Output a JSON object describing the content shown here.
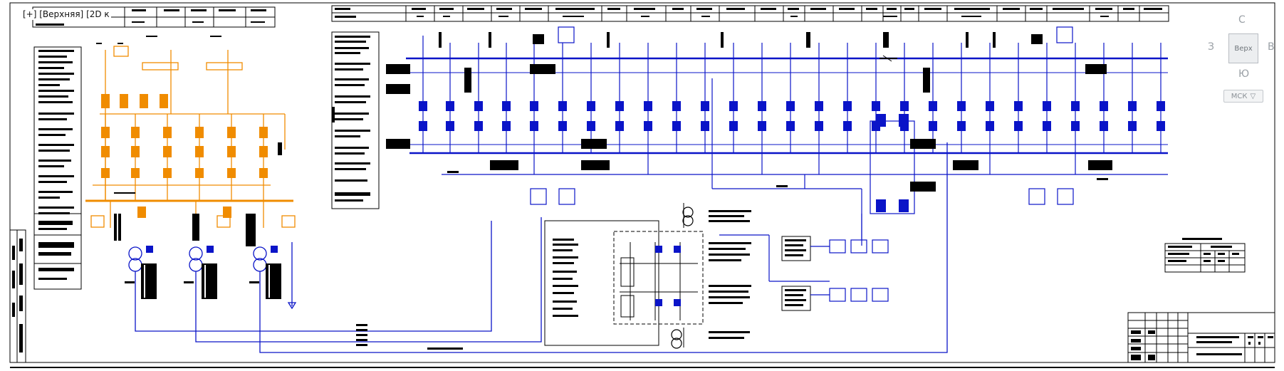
{
  "viewport": {
    "label_plus": "[+]",
    "label_view": "[Верхняя]",
    "label_style": "[2D к"
  },
  "viewcube": {
    "north": "С",
    "south": "Ю",
    "west": "З",
    "east": "В",
    "face": "Верх",
    "ucs_label": "МСК",
    "ucs_arrow": "▽"
  },
  "colors": {
    "background": "#ffffff",
    "linework": "#000000",
    "bus_blue": "#0a14c8",
    "feeder_orange": "#f08c00",
    "viewcube_gray": "#9aa0a6"
  }
}
